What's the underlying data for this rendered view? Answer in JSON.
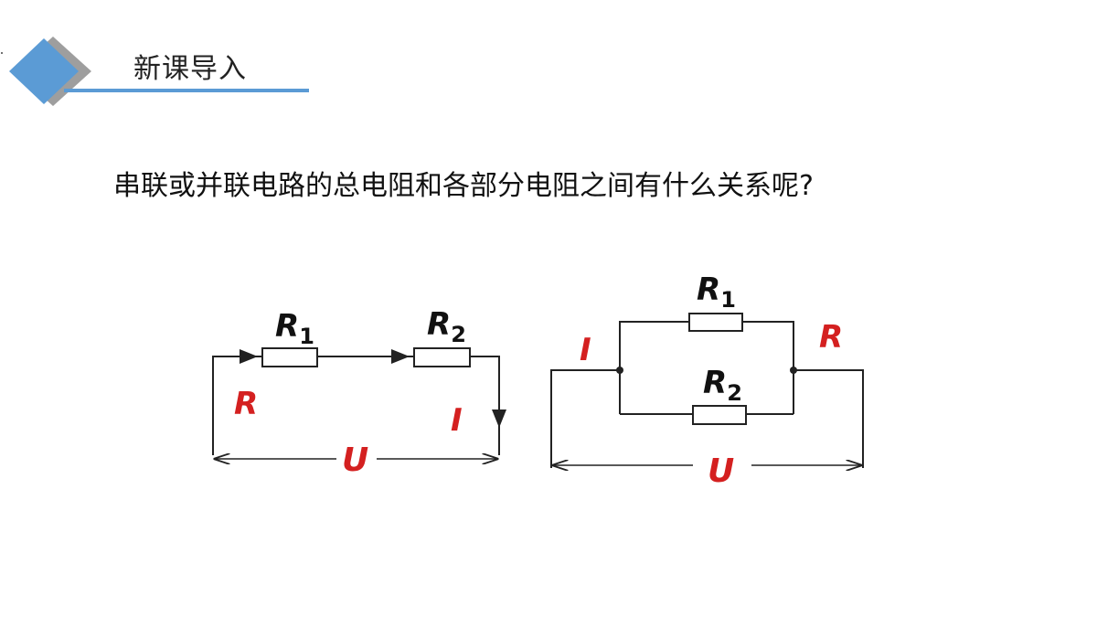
{
  "header": {
    "title": "新课导入",
    "accent_color": "#5b9bd5",
    "icon": "diamond-icon"
  },
  "question": "串联或并联电路的总电阻和各部分电阻之间有什么关系呢?",
  "series_circuit": {
    "r1": {
      "letter": "R",
      "sub": "1"
    },
    "r2": {
      "letter": "R",
      "sub": "2"
    },
    "total_resistance": "R",
    "current": "I",
    "voltage": "U"
  },
  "parallel_circuit": {
    "r1": {
      "letter": "R",
      "sub": "1"
    },
    "r2": {
      "letter": "R",
      "sub": "2"
    },
    "total_resistance": "R",
    "current": "I",
    "voltage": "U"
  },
  "colors": {
    "label_red": "#d42020",
    "wire": "#222222"
  }
}
